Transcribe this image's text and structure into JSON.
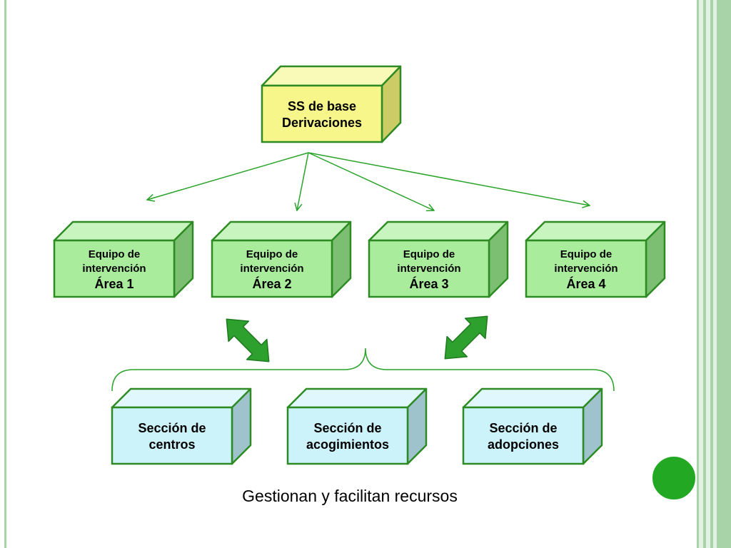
{
  "colors": {
    "top_front": "#f6f68a",
    "top_top": "#fafab8",
    "top_side": "#cccc66",
    "area_front": "#a8ec9c",
    "area_top": "#c8f5bf",
    "area_side": "#7dbf72",
    "section_front": "#ccf2fa",
    "section_top": "#e0f8fd",
    "section_side": "#9fc3cc",
    "stroke": "#2e8b23",
    "connector": "#29a329",
    "double_arrow": "#2ea02e",
    "dot": "#22a822",
    "stripe_dark": "#a8d3a8",
    "stripe_light": "#e3f1e3"
  },
  "top_box": {
    "line1": "SS de base",
    "line2": "Derivaciones"
  },
  "areas": [
    {
      "line1": "Equipo de",
      "line2": "intervención",
      "line3": "Área 1"
    },
    {
      "line1": "Equipo de",
      "line2": "intervención",
      "line3": "Área 2"
    },
    {
      "line1": "Equipo de",
      "line2": "intervención",
      "line3": "Área 3"
    },
    {
      "line1": "Equipo de",
      "line2": "intervención",
      "line3": "Área 4"
    }
  ],
  "sections": [
    {
      "line1": "Sección de",
      "line2": "centros"
    },
    {
      "line1": "Sección de",
      "line2": "acogimientos"
    },
    {
      "line1": "Sección de",
      "line2": "adopciones"
    }
  ],
  "caption": "Gestionan y facilitan recursos",
  "icons": {
    "connector": "arrow-icon",
    "link": "double-arrow-icon",
    "group": "curly-brace-icon",
    "decoration": "green-dot-icon"
  }
}
